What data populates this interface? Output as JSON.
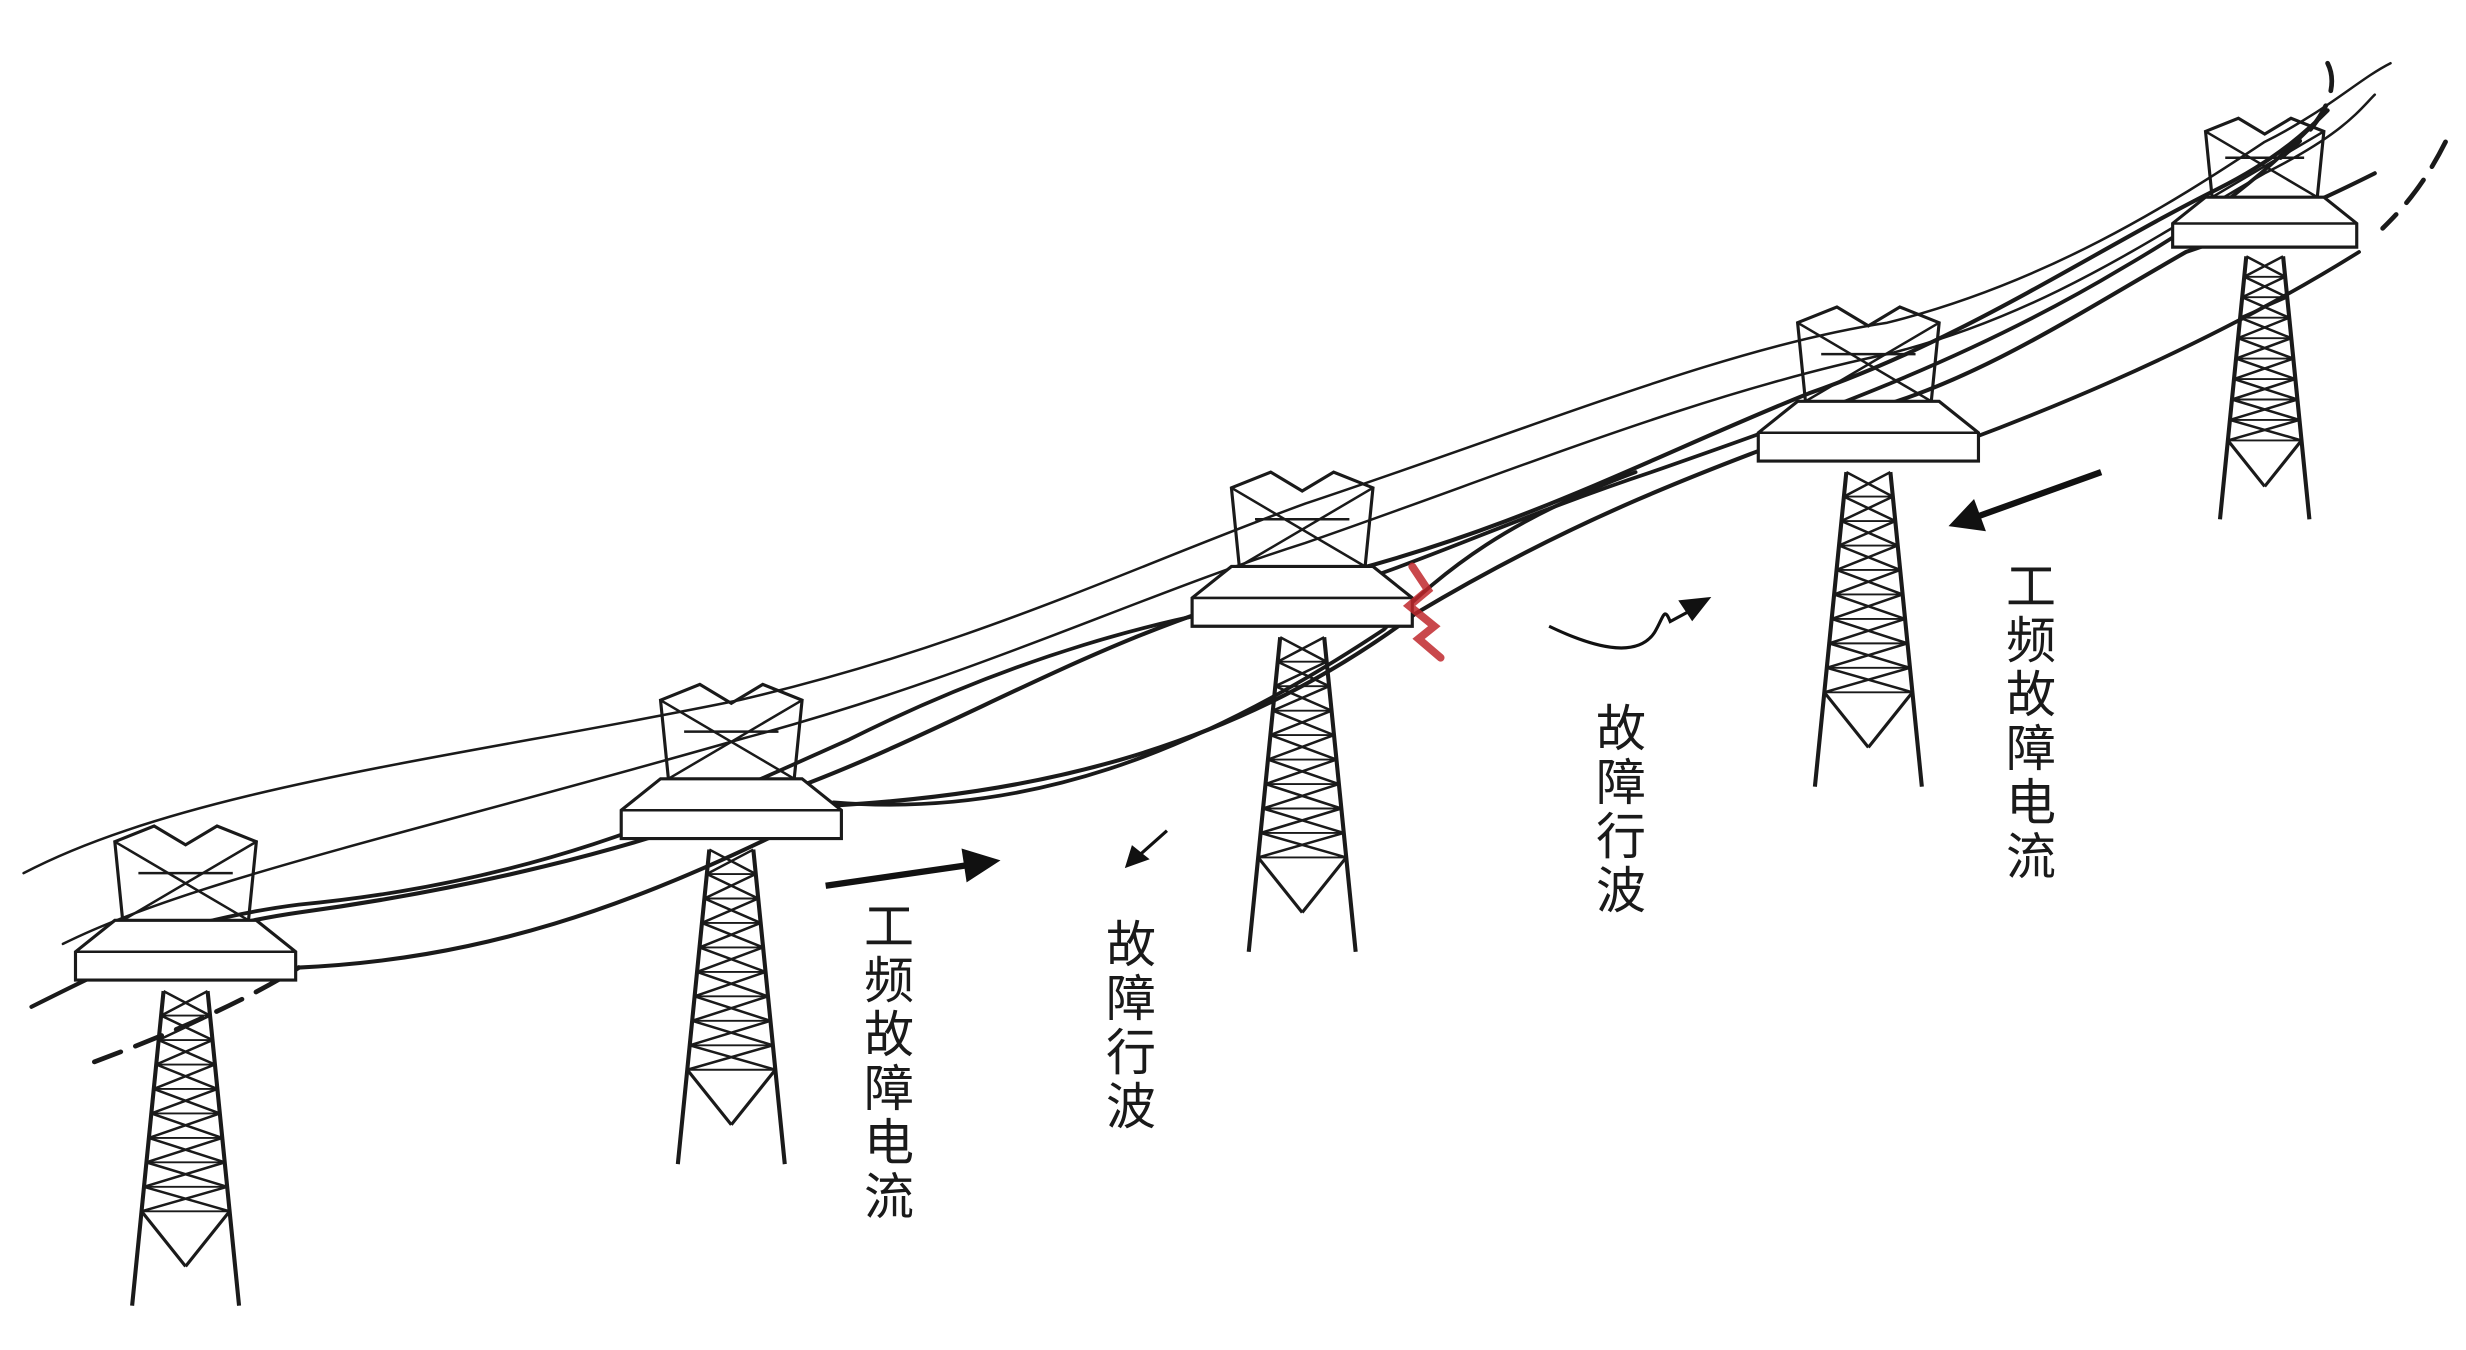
{
  "diagram": {
    "labels": {
      "power_freq_current_left": "工频故障电流",
      "traveling_wave_left": "故障行波",
      "traveling_wave_right": "故障行波",
      "power_freq_current_right": "工频故障电流"
    },
    "tower_count": 5,
    "colors": {
      "line": "#1a1a1a",
      "fault": "#c0282d"
    }
  }
}
